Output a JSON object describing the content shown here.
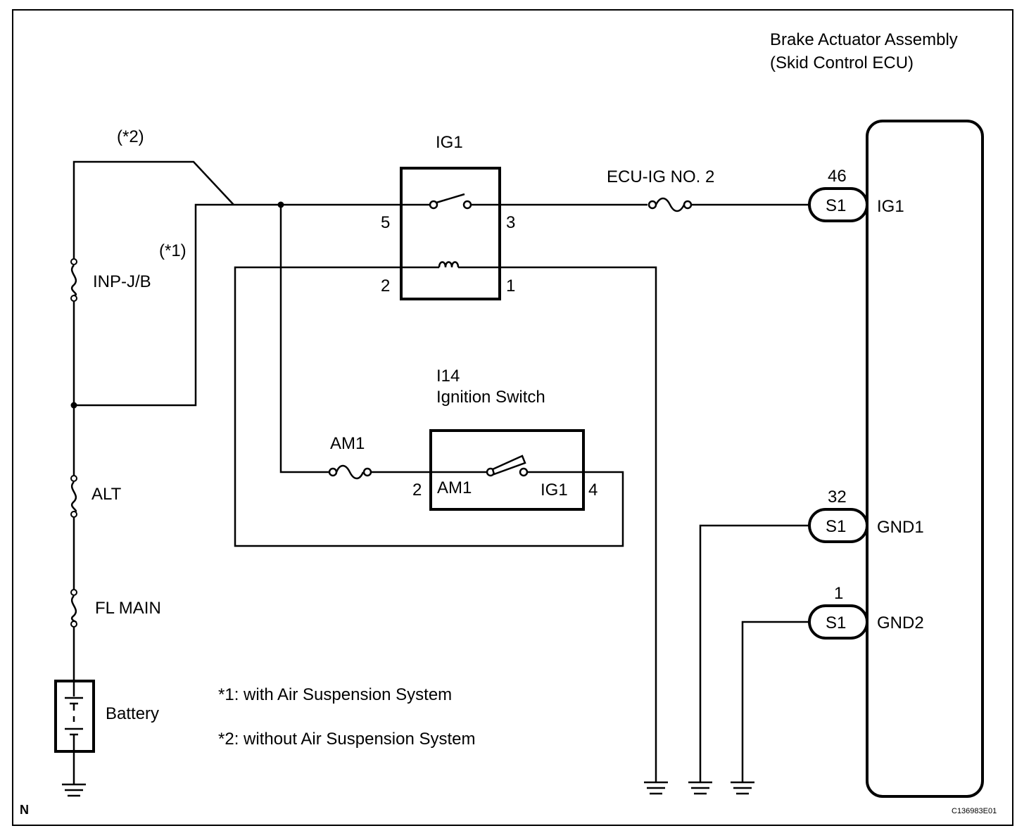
{
  "title": {
    "line1": "Brake Actuator Assembly",
    "line2": "(Skid Control ECU)"
  },
  "relay": {
    "name": "IG1",
    "pin_5": "5",
    "pin_3": "3",
    "pin_2": "2",
    "pin_1": "1"
  },
  "ignition_switch": {
    "code": "I14",
    "name": "Ignition Switch",
    "pin_left": "2",
    "pin_right": "4",
    "term_left": "AM1",
    "term_right": "IG1"
  },
  "fuses": {
    "inp_jb": "INP-J/B",
    "alt": "ALT",
    "fl_main": "FL MAIN",
    "am1": "AM1",
    "ecu_ig2": "ECU-IG NO. 2"
  },
  "battery": "Battery",
  "variant_marks": {
    "with": "(*1)",
    "without": "(*2)"
  },
  "notes": {
    "note1": "*1: with Air Suspension System",
    "note2": "*2: without Air Suspension System"
  },
  "ecu_pins": [
    {
      "number": "46",
      "connector": "S1",
      "terminal": "IG1"
    },
    {
      "number": "32",
      "connector": "S1",
      "terminal": "GND1"
    },
    {
      "number": "1",
      "connector": "S1",
      "terminal": "GND2"
    }
  ],
  "corner_mark": "N",
  "figure_code": "C136983E01"
}
